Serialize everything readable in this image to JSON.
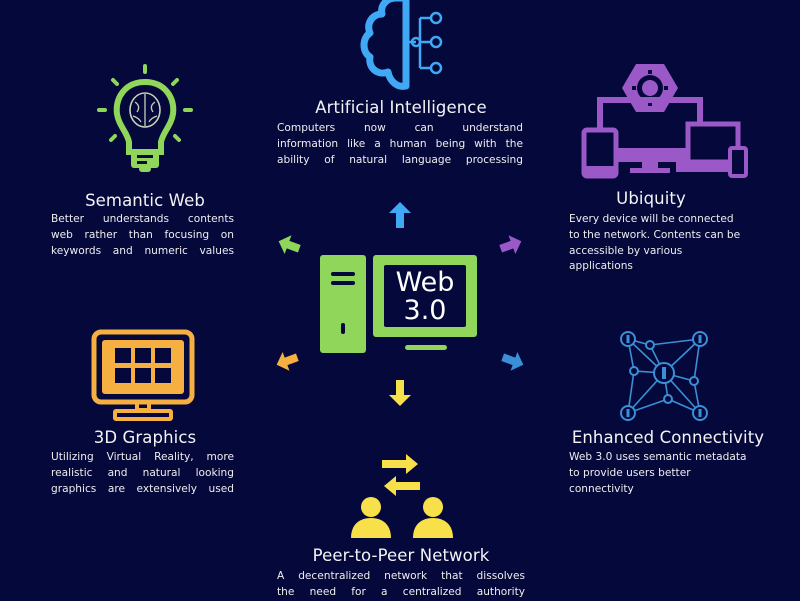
{
  "center": {
    "line1": "Web",
    "line2": "3.0",
    "color": "#8fd65a"
  },
  "colors": {
    "background": "#05083a",
    "ai": "#3fa9f5",
    "semantic": "#8fd65a",
    "ubiquity": "#9b59c7",
    "graphics": "#f5b041",
    "connectivity": "#3a8fd6",
    "p2p": "#f7e04a"
  },
  "features": {
    "ai": {
      "icon": "cloud-brain-circuit-icon",
      "title": "Artificial Intelligence",
      "lines": [
        "Computers now can understand",
        "information like a human being with the",
        "ability of natural language processing"
      ]
    },
    "semantic": {
      "icon": "lightbulb-brain-icon",
      "title": "Semantic Web",
      "lines": [
        "Better understands contents",
        "web rather than focusing on",
        "keywords and numeric values"
      ]
    },
    "ubiquity": {
      "icon": "devices-gear-icon",
      "title": "Ubiquity",
      "lines": [
        "Every device will be connected",
        "to the network. Contents can be",
        "accessible by various",
        "applications"
      ]
    },
    "graphics": {
      "icon": "monitor-grid-icon",
      "title": "3D Graphics",
      "lines": [
        "Utilizing Virtual Reality, more",
        "realistic and natural looking",
        "graphics are extensively used"
      ]
    },
    "connectivity": {
      "icon": "network-nodes-icon",
      "title": "Enhanced Connectivity",
      "lines": [
        "Web 3.0 uses semantic metadata",
        "to provide users better",
        "connectivity"
      ]
    },
    "p2p": {
      "icon": "peer-exchange-icon",
      "title": "Peer-to-Peer Network",
      "lines": [
        "A decentralized network that dissolves",
        "the need for a centralized authority"
      ]
    }
  }
}
